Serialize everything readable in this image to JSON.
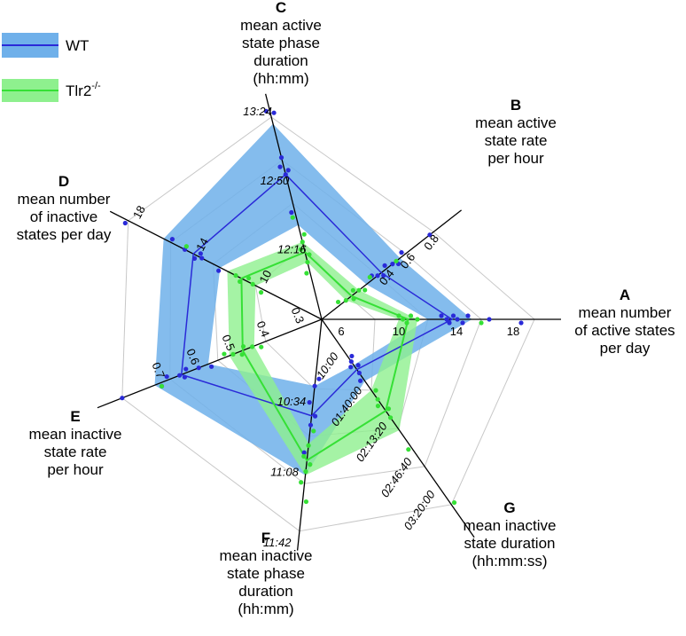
{
  "chart_data": {
    "type": "radar",
    "axes": [
      {
        "id": "A",
        "letter": "A",
        "title_lines": [
          "mean number",
          "of active states",
          "per day"
        ],
        "tick_labels": [
          "6",
          "10",
          "14",
          "18"
        ],
        "tick_values": [
          6,
          10,
          14,
          18
        ],
        "range": [
          2,
          18
        ]
      },
      {
        "id": "B",
        "letter": "B",
        "title_lines": [
          "mean active",
          "state rate",
          "per hour"
        ],
        "tick_labels": [
          "0.4",
          "0.6",
          "0.8"
        ],
        "tick_values": [
          0.4,
          0.6,
          0.8
        ],
        "range": [
          0.2,
          0.8
        ]
      },
      {
        "id": "C",
        "letter": "C",
        "title_lines": [
          "mean active",
          "state phase",
          "duration",
          "(hh:mm)"
        ],
        "tick_labels": [
          "12:16",
          "12:50",
          "13:24"
        ],
        "tick_values": [
          736,
          770,
          804
        ],
        "range": [
          702,
          804
        ]
      },
      {
        "id": "D",
        "letter": "D",
        "title_lines": [
          "mean number",
          "of inactive",
          "states per day"
        ],
        "tick_labels": [
          "10",
          "14",
          "18"
        ],
        "tick_values": [
          10,
          14,
          18
        ],
        "range": [
          6,
          18
        ]
      },
      {
        "id": "E",
        "letter": "E",
        "title_lines": [
          "mean inactive",
          "state rate",
          "per hour"
        ],
        "tick_labels": [
          "0.3",
          "0.4",
          "0.5",
          "0.6",
          "0.7"
        ],
        "tick_values": [
          0.3,
          0.4,
          0.5,
          0.6,
          0.7
        ],
        "range": [
          0.2,
          0.7
        ]
      },
      {
        "id": "F",
        "letter": "F",
        "title_lines": [
          "mean inactive",
          "state phase",
          "duration",
          "(hh:mm)"
        ],
        "tick_labels": [
          "10:34",
          "11:08",
          "11:42"
        ],
        "tick_values": [
          634,
          668,
          702
        ],
        "range": [
          600,
          702
        ]
      },
      {
        "id": "G",
        "letter": "G",
        "title_lines": [
          "mean inactive",
          "state duration",
          "(hh:mm:ss)"
        ],
        "tick_labels": [
          "10:00",
          "01:40:00",
          "02:13:20",
          "02:46:40",
          "03:20:00"
        ],
        "tick_values": [
          10,
          100,
          133.33,
          166.67,
          200
        ],
        "range": [
          66.67,
          200
        ]
      }
    ],
    "series": [
      {
        "name": "WT",
        "color": "#2a2ad8",
        "band_color": "#6fb0ea",
        "mean": [
          11.8,
          0.52,
          770,
          13.4,
          0.545,
          640,
          82
        ],
        "band_low": [
          10.0,
          0.44,
          740,
          11.5,
          0.475,
          624,
          78
        ],
        "band_high": [
          13.3,
          0.62,
          800,
          15.5,
          0.615,
          672,
          92
        ],
        "points": {
          "A": [
            11.0,
            11.4,
            11.6,
            11.9,
            12.2,
            12.6,
            13.0,
            14.6,
            17.0
          ],
          "B": [
            0.48,
            0.5,
            0.52,
            0.55,
            0.58,
            0.6,
            0.64,
            0.78
          ],
          "C": [
            748,
            770,
            772,
            775,
            780,
            806,
            808
          ],
          "D": [
            11.5,
            12.8,
            13.0,
            13.2,
            14.0,
            15.0,
            18.1
          ],
          "E": [
            0.47,
            0.5,
            0.53,
            0.54,
            0.55,
            0.58,
            0.6,
            0.7
          ],
          "F": [
            620,
            624,
            633,
            640,
            645,
            660
          ],
          "G": [
            72,
            75,
            78,
            80,
            85,
            90
          ]
        }
      },
      {
        "name": "Tlr2-/-",
        "color": "#35e035",
        "band_color": "#8ef08e",
        "mean": [
          8.5,
          0.36,
          724,
          10.0,
          0.385,
          664,
          118
        ],
        "band_low": [
          7.8,
          0.33,
          718,
          9.0,
          0.355,
          655,
          100
        ],
        "band_high": [
          9.2,
          0.4,
          730,
          11.0,
          0.42,
          672,
          135
        ],
        "points": {
          "A": [
            7.8,
            8.1,
            8.4,
            8.7,
            9.2,
            14.0
          ],
          "B": [
            0.3,
            0.33,
            0.36,
            0.38,
            0.4,
            0.42,
            0.47,
            0.6
          ],
          "C": [
            712,
            718,
            722,
            726,
            730,
            734,
            745
          ],
          "D": [
            8.5,
            9.2,
            9.6,
            10.0,
            10.4,
            14.0
          ],
          "E": [
            0.34,
            0.36,
            0.38,
            0.39,
            0.41,
            0.43,
            0.6
          ],
          "F": [
            648,
            656,
            662,
            666,
            670,
            676,
            686
          ],
          "G": [
            102,
            108,
            112,
            118,
            124,
            150,
            200
          ]
        }
      }
    ],
    "legend": {
      "placement": "top-left",
      "entries": [
        {
          "text": "WT",
          "sup": ""
        },
        {
          "text": "Tlr2",
          "sup": "-/-"
        }
      ]
    }
  }
}
